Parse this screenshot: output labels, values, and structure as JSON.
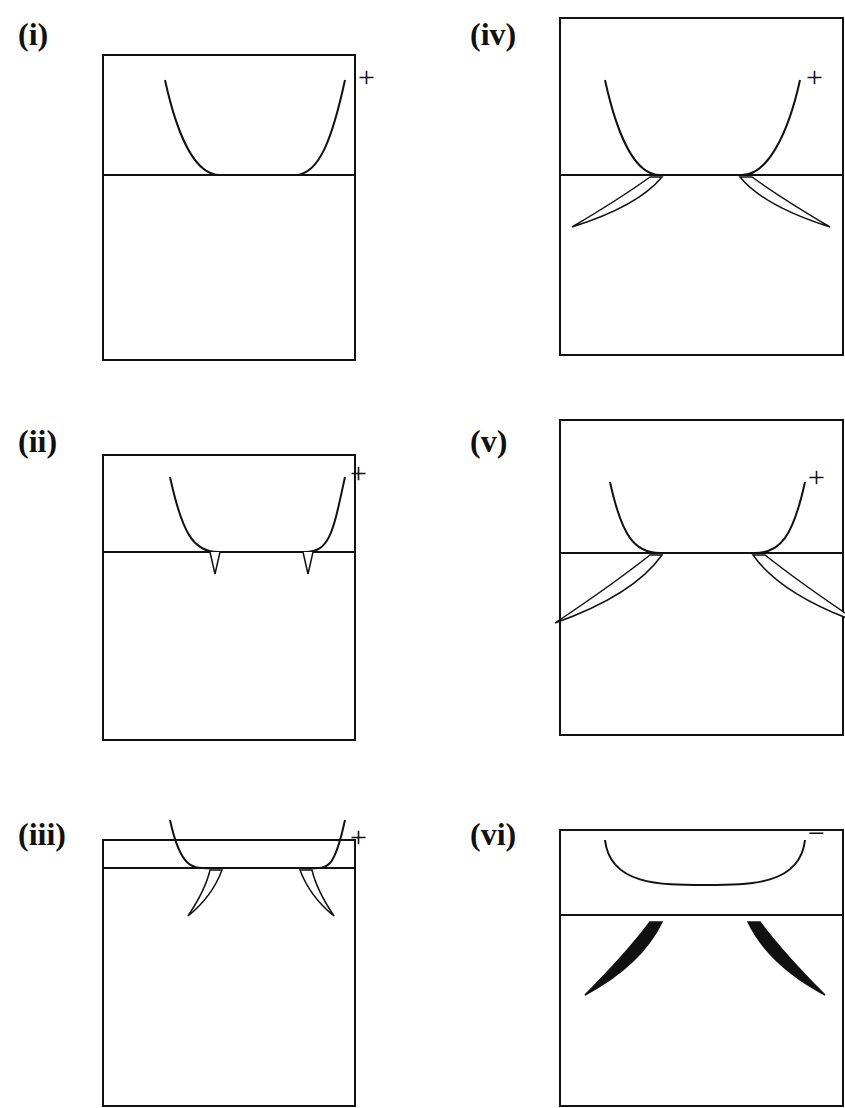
{
  "diagram": {
    "labels": [
      "(i)",
      "+",
      "(ii)",
      "+",
      "(iii)",
      "+",
      "(iv)",
      "+",
      "(v)",
      "+",
      "(vi)",
      "−"
    ]
  }
}
